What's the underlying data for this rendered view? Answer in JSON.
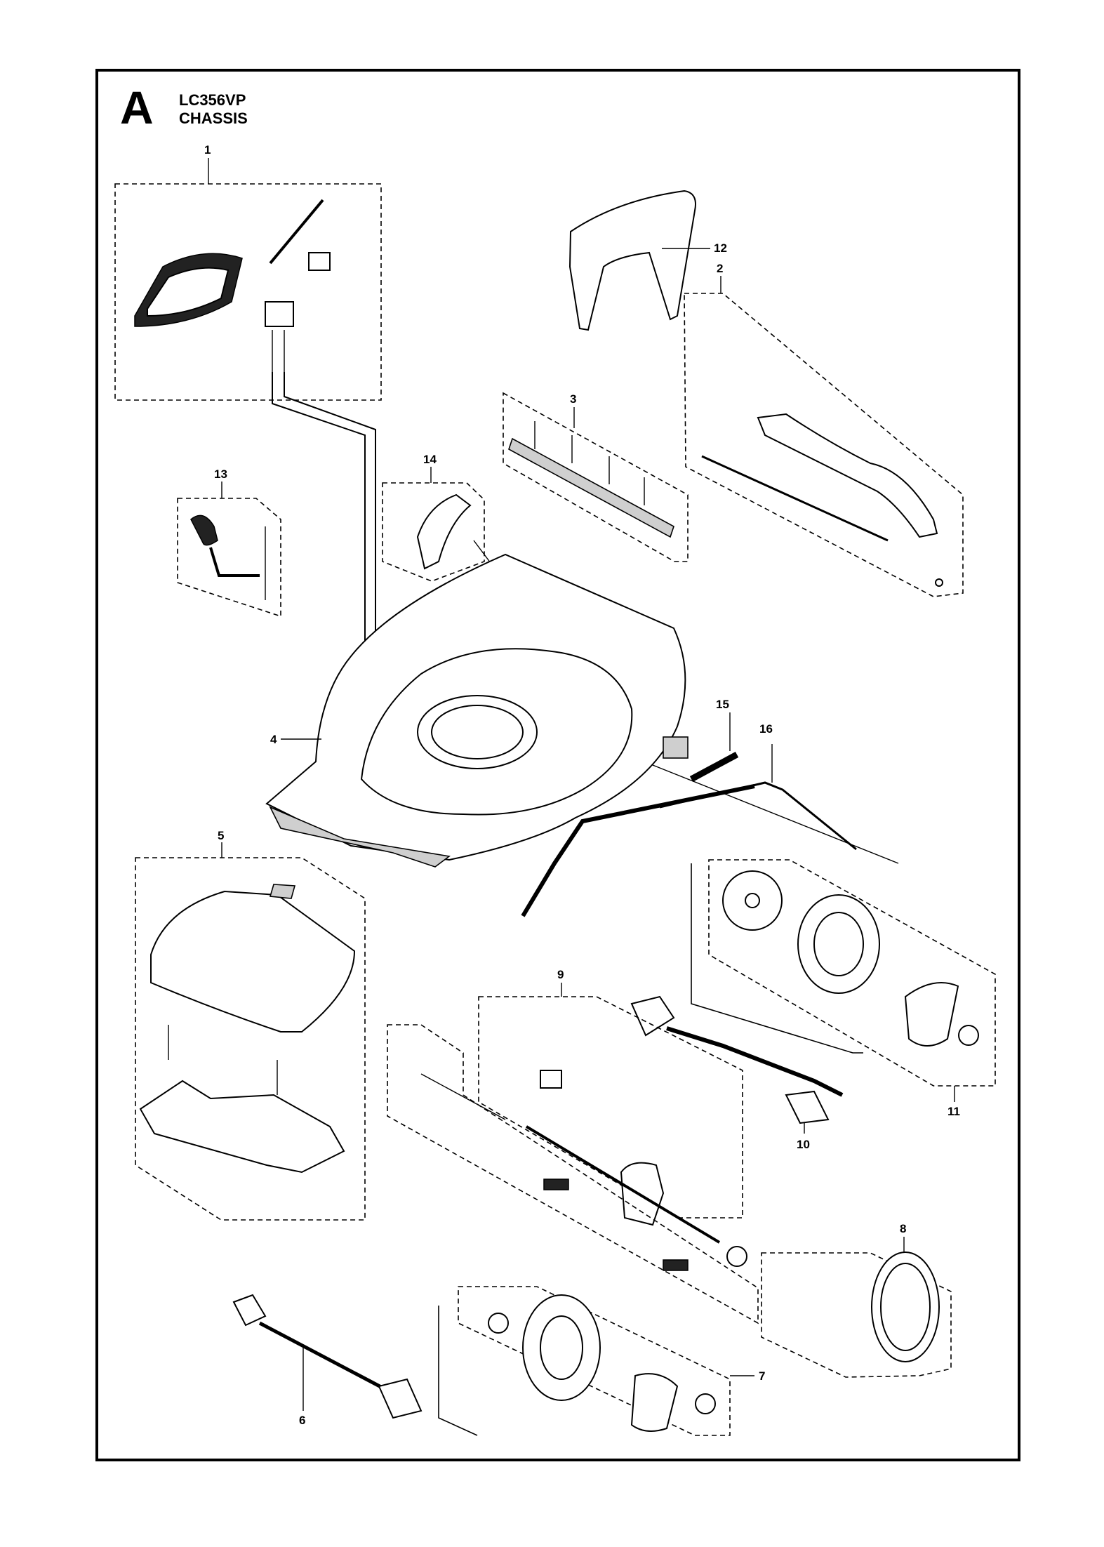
{
  "section": {
    "letter": "A",
    "model": "LC356VP",
    "name": "CHASSIS"
  },
  "callouts": [
    {
      "id": "c1",
      "label": "1"
    },
    {
      "id": "c2",
      "label": "2"
    },
    {
      "id": "c3",
      "label": "3"
    },
    {
      "id": "c4",
      "label": "4"
    },
    {
      "id": "c5",
      "label": "5"
    },
    {
      "id": "c6",
      "label": "6"
    },
    {
      "id": "c7",
      "label": "7"
    },
    {
      "id": "c8",
      "label": "8"
    },
    {
      "id": "c9",
      "label": "9"
    },
    {
      "id": "c10",
      "label": "10"
    },
    {
      "id": "c11",
      "label": "11"
    },
    {
      "id": "c12",
      "label": "12"
    },
    {
      "id": "c13",
      "label": "13"
    },
    {
      "id": "c14",
      "label": "14"
    },
    {
      "id": "c15",
      "label": "15"
    },
    {
      "id": "c16",
      "label": "16"
    }
  ]
}
